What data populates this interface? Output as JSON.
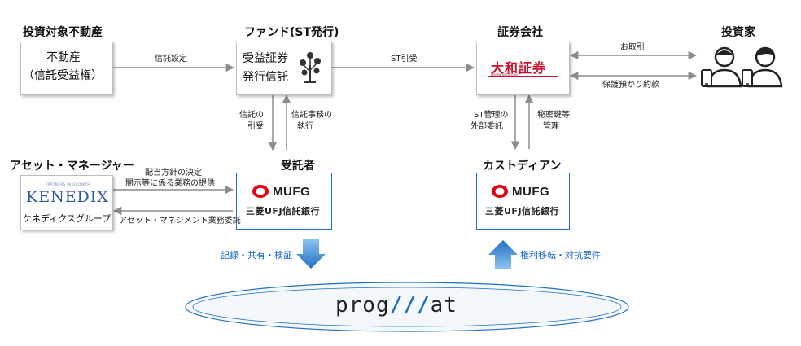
{
  "nodes": {
    "property": {
      "title": "投資対象不動産",
      "line1": "不動産",
      "line2": "（信託受益権）"
    },
    "fund": {
      "title": "ファンド(ST発行)",
      "line1": "受益証券",
      "line2": "発行信託"
    },
    "securities": {
      "title": "証券会社",
      "logo_main": "大和証券",
      "logo_sub": "Daiwa Securities"
    },
    "investor": {
      "title": "投資家"
    },
    "asset_manager": {
      "title": "アセット・マネージャー",
      "logo_arc": "PARTNERS IN GROWTH",
      "logo_main": "KENEDIX",
      "logo_jp": "ケネディクスグループ"
    },
    "trustee": {
      "title": "受託者",
      "logo": "MUFG",
      "bank": "三菱UFJ信託銀行"
    },
    "custodian": {
      "title": "カストディアン",
      "logo": "MUFG",
      "bank": "三菱UFJ信託銀行"
    }
  },
  "edges": {
    "trust_setup": "信託設定",
    "st_underwrite": "ST引受",
    "trade": "お取引",
    "custody_contract": "保護預かり約款",
    "trust_accept_1": "信託の",
    "trust_accept_2": "引受",
    "trust_exec_1": "信託事務の",
    "trust_exec_2": "執行",
    "st_mgmt_1": "ST管理の",
    "st_mgmt_2": "外部委託",
    "secret_key_1": "秘密鍵等",
    "secret_key_2": "管理",
    "policy_1": "配当方針の決定",
    "policy_2": "開示等に係る業務の提供",
    "am_contract": "アセット・マネジメント業務委託",
    "record_share": "記録・共有・検証",
    "transfer_rights": "権利移転・対抗要件"
  },
  "platform": {
    "name_a": "prog",
    "name_slash": "///",
    "name_b": "at"
  },
  "colors": {
    "accent": "#1f6fc2",
    "mufg_red": "#e60012",
    "daiwa_red": "#c8102e",
    "arrow_gray": "#8c8c8c"
  }
}
